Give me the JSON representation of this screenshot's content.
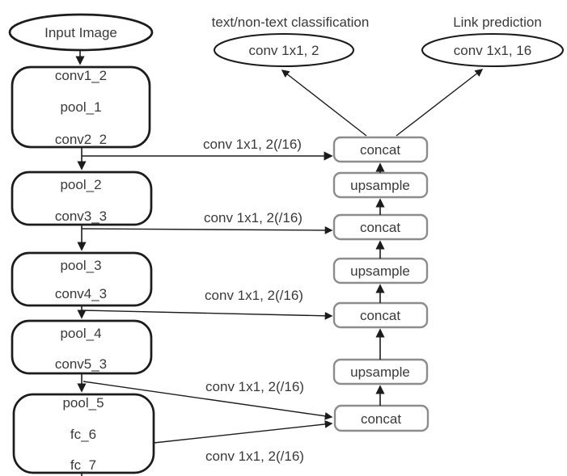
{
  "diagram": {
    "title_labels": {
      "classification": "text/non-text classification",
      "link_prediction": "Link prediction"
    },
    "nodes": {
      "input_image": "Input Image",
      "cls_output": "conv 1x1, 2",
      "link_output": "conv 1x1, 16",
      "block1": [
        "conv1_2",
        "pool_1",
        "conv2_2"
      ],
      "block2": [
        "pool_2",
        "conv3_3"
      ],
      "block3": [
        "pool_3",
        "conv4_3"
      ],
      "block4": [
        "pool_4",
        "conv5_3"
      ],
      "block5": [
        "pool_5",
        "fc_6",
        "fc_7"
      ],
      "concat_label": "concat",
      "upsample_label": "upsample"
    },
    "edge_label": "conv 1x1, 2(/16)",
    "colors": {
      "node_stroke": "#1c1c1c",
      "fusion_box_stroke": "#8c8c8c",
      "text": "#3a3a3a",
      "background": "#ffffff"
    }
  }
}
